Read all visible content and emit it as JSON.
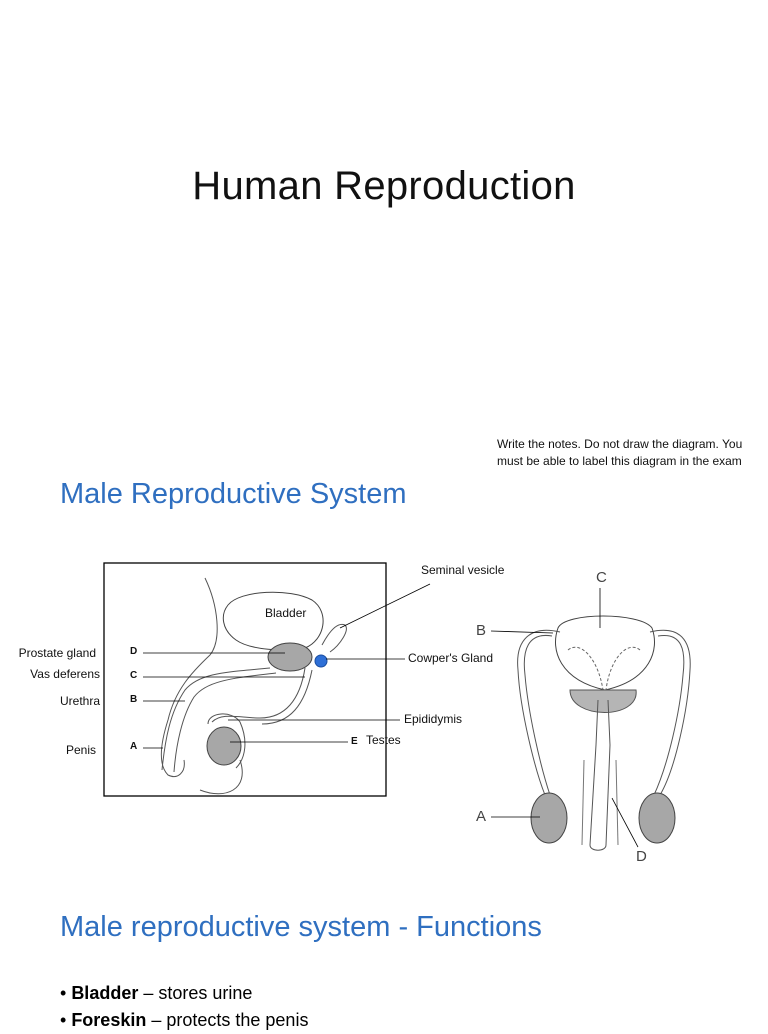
{
  "page": {
    "title": "Human Reproduction",
    "note": "Write the notes. Do not draw the diagram. You must be able to label this diagram in the exam",
    "section1_heading": "Male Reproductive System",
    "section2_heading": "Male reproductive system - Functions"
  },
  "diagram1": {
    "letters": {
      "a": "A",
      "b": "B",
      "c": "C",
      "d": "D",
      "e": "E"
    },
    "labels": {
      "bladder": "Bladder",
      "seminal_vesicle": "Seminal vesicle",
      "prostate": "Prostate gland",
      "vas_deferens": "Vas deferens",
      "urethra": "Urethra",
      "penis": "Penis",
      "cowpers": "Cowper's Gland",
      "epididymis": "Epididymis",
      "testes": "Testes"
    }
  },
  "diagram2": {
    "letters": {
      "a": "A",
      "b": "B",
      "c": "C",
      "d": "D"
    }
  },
  "functions": [
    {
      "term": "Bladder",
      "desc": " – stores urine"
    },
    {
      "term": "Foreskin",
      "desc": " – protects the penis"
    }
  ]
}
